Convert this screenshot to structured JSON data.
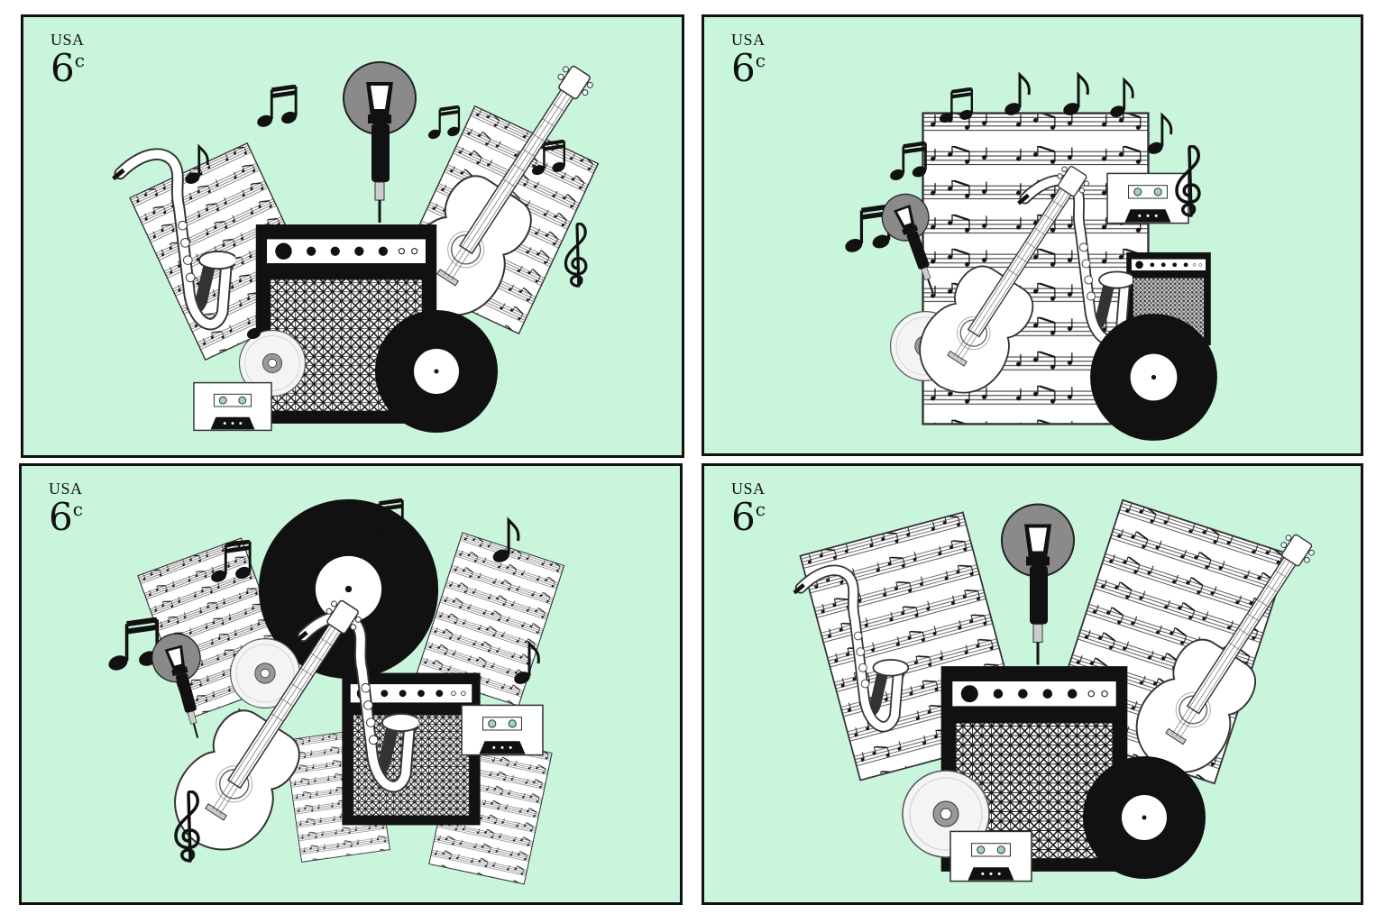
{
  "stamps": [
    {
      "country": "USA",
      "value": "6",
      "unit": "c"
    },
    {
      "country": "USA",
      "value": "6",
      "unit": "c"
    },
    {
      "country": "USA",
      "value": "6",
      "unit": "c"
    },
    {
      "country": "USA",
      "value": "6",
      "unit": "c"
    }
  ],
  "colors": {
    "background": "#c9f5dc",
    "ink": "#111111",
    "paper": "#ffffff",
    "mid_gray": "#888888"
  }
}
